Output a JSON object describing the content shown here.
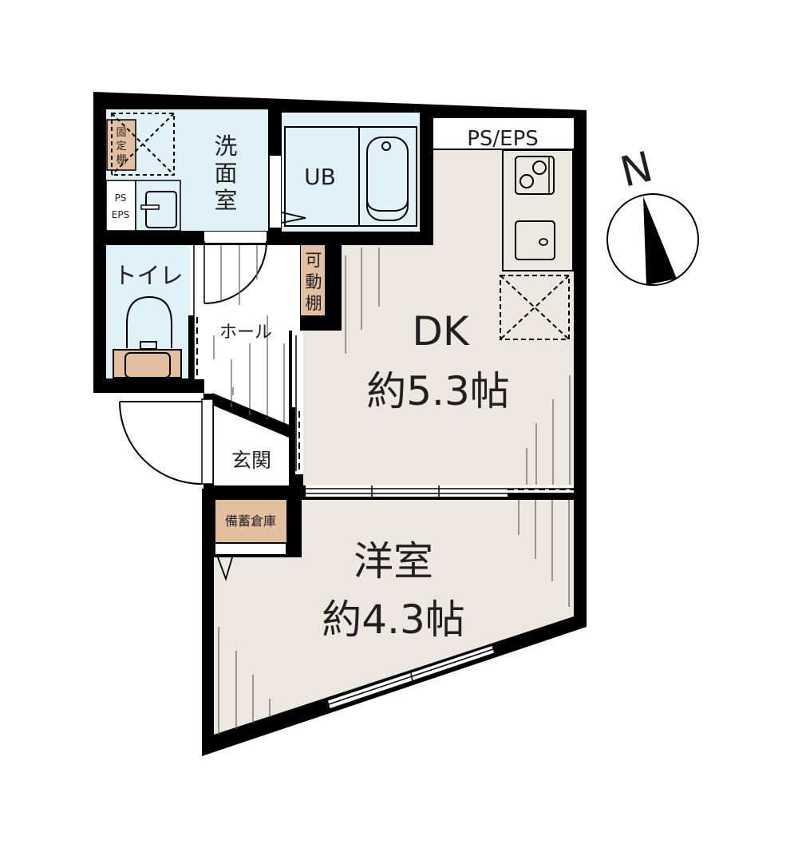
{
  "colors": {
    "wall": "#000000",
    "wet_area": "#e1f1f8",
    "floor": "#ece8e1",
    "storage": "#e3bfa2",
    "hall": "#ffffff",
    "text": "#231f20"
  },
  "compass": {
    "label": "N"
  },
  "rooms": {
    "washroom": {
      "label_chars": [
        "洗",
        "面",
        "室"
      ]
    },
    "fixed_shelf": {
      "label_chars": [
        "固",
        "定",
        "棚"
      ]
    },
    "ps_small": {
      "line1": "PS",
      "line2": "EPS"
    },
    "unit_bath": {
      "label": "UB"
    },
    "ps_eps": {
      "label": "PS/EPS"
    },
    "toilet": {
      "label": "トイレ"
    },
    "movable_shelf": {
      "label_chars": [
        "可",
        "動",
        "棚"
      ]
    },
    "hall": {
      "label": "ホール"
    },
    "entrance": {
      "label": "玄関"
    },
    "storage": {
      "label": "備蓄倉庫"
    },
    "dk": {
      "name": "DK",
      "size": "約5.3帖"
    },
    "western_room": {
      "name": "洋室",
      "size": "約4.3帖"
    }
  }
}
